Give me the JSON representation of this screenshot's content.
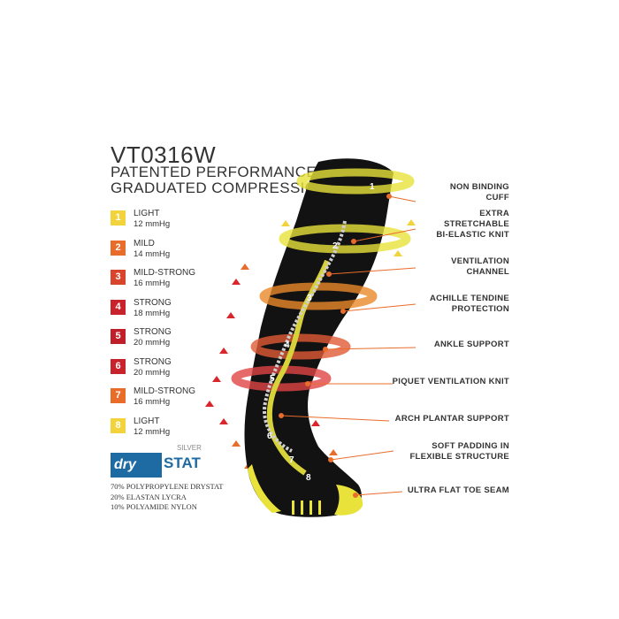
{
  "header": {
    "model": "VT0316W",
    "line1": "PATENTED PERFORMANCE",
    "line2": "GRADUATED COMPRESSION"
  },
  "levels": [
    {
      "num": "1",
      "name": "LIGHT",
      "value": "12 mmHg",
      "color": "#f2d33b"
    },
    {
      "num": "2",
      "name": "MILD",
      "value": "14 mmHg",
      "color": "#ea6c2a"
    },
    {
      "num": "3",
      "name": "MILD-STRONG",
      "value": "16 mmHg",
      "color": "#d9452c"
    },
    {
      "num": "4",
      "name": "STRONG",
      "value": "18 mmHg",
      "color": "#c8232c"
    },
    {
      "num": "5",
      "name": "STRONG",
      "value": "20 mmHg",
      "color": "#c01f2a"
    },
    {
      "num": "6",
      "name": "STRONG",
      "value": "20 mmHg",
      "color": "#c8232c"
    },
    {
      "num": "7",
      "name": "MILD-STRONG",
      "value": "16 mmHg",
      "color": "#ea6c2a"
    },
    {
      "num": "8",
      "name": "LIGHT",
      "value": "12 mmHg",
      "color": "#f2d33b"
    }
  ],
  "logo": {
    "silver": "SILVER",
    "dry": "dry",
    "stat": "STAT"
  },
  "composition": [
    "70% POLYPROPYLENE DRYSTAT",
    "20% ELASTAN LYCRA",
    "10% POLYAMIDE NYLON"
  ],
  "features": [
    {
      "line1": "NON BINDING",
      "line2": "CUFF"
    },
    {
      "line1": "EXTRA",
      "line2": "STRETCHABLE",
      "line3": "BI-ELASTIC KNIT"
    },
    {
      "line1": "VENTILATION",
      "line2": "CHANNEL"
    },
    {
      "line1": "ACHILLE TENDINE",
      "line2": "PROTECTION"
    },
    {
      "line1": "ANKLE SUPPORT"
    },
    {
      "line1": "PIQUET VENTILATION KNIT"
    },
    {
      "line1": "ARCH PLANTAR SUPPORT"
    },
    {
      "line1": "SOFT PADDING IN",
      "line2": "FLEXIBLE STRUCTURE"
    },
    {
      "line1": "ULTRA FLAT TOE SEAM"
    }
  ],
  "sock": {
    "zone_labels": [
      "1",
      "2",
      "3",
      "4",
      "5",
      "6",
      "7",
      "8"
    ],
    "sock_color": "#121212",
    "accent_color": "#e8e23a"
  }
}
